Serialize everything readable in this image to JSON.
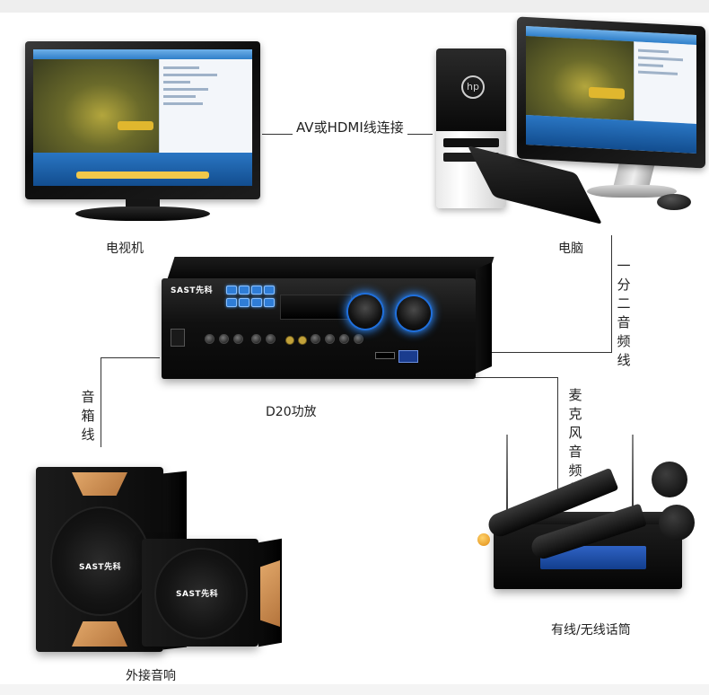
{
  "devices": {
    "tv": "电视机",
    "computer": "电脑",
    "amplifier": "D20功放",
    "speakers": "外接音响",
    "microphone": "有线/无线话筒"
  },
  "connections": {
    "av_hdmi": "AV或HDMI线连接",
    "one_to_two_audio": "一分二音频线",
    "speaker_wire": "音箱线",
    "mic_audio": "麦克风音频线"
  },
  "brands": {
    "amp_logo": "SAST先科",
    "speaker_logo": "SAST先科"
  },
  "colors": {
    "line": "#333333",
    "knob_glow": "#2f8cff",
    "speaker_gold": "#d49a5c",
    "mic_tip": "#f0a21c"
  }
}
